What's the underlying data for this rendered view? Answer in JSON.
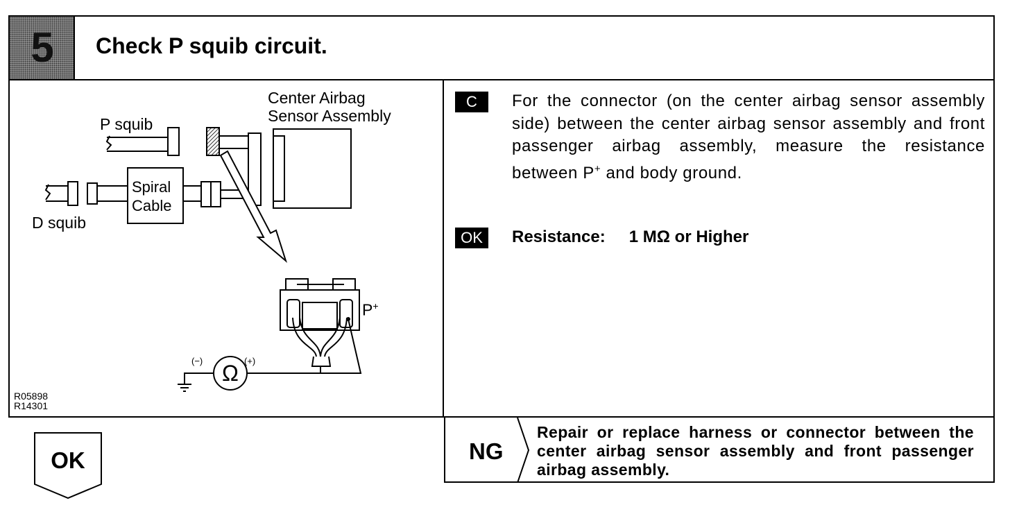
{
  "header": {
    "step_number": "5",
    "title": "Check P squib circuit."
  },
  "diagram": {
    "label_center_airbag_line1": "Center Airbag",
    "label_center_airbag_line2": "Sensor Assembly",
    "label_p_squib": "P squib",
    "label_spiral": "Spiral",
    "label_cable": "Cable",
    "label_d_squib": "D squib",
    "label_p_plus": "P",
    "label_p_plus_sup": "+",
    "label_minus": "(−)",
    "label_plus": "(+)",
    "ohm_symbol": "Ω",
    "ref_1": "R05898",
    "ref_2": "R14301"
  },
  "instruction": {
    "badge": "C",
    "text_before": "For the connector (on the center airbag sensor assembly side) between the center airbag sensor assembly and front passenger airbag assembly, measure the resistance between P",
    "text_sup": "+",
    "text_after": " and body ground."
  },
  "result": {
    "badge": "OK",
    "label": "Resistance:",
    "value": "1 MΩ or Higher"
  },
  "ng": {
    "label": "NG",
    "text": "Repair or replace harness or connector between the center airbag sensor assembly and front passenger airbag assembly."
  },
  "ok_next": {
    "label": "OK"
  }
}
